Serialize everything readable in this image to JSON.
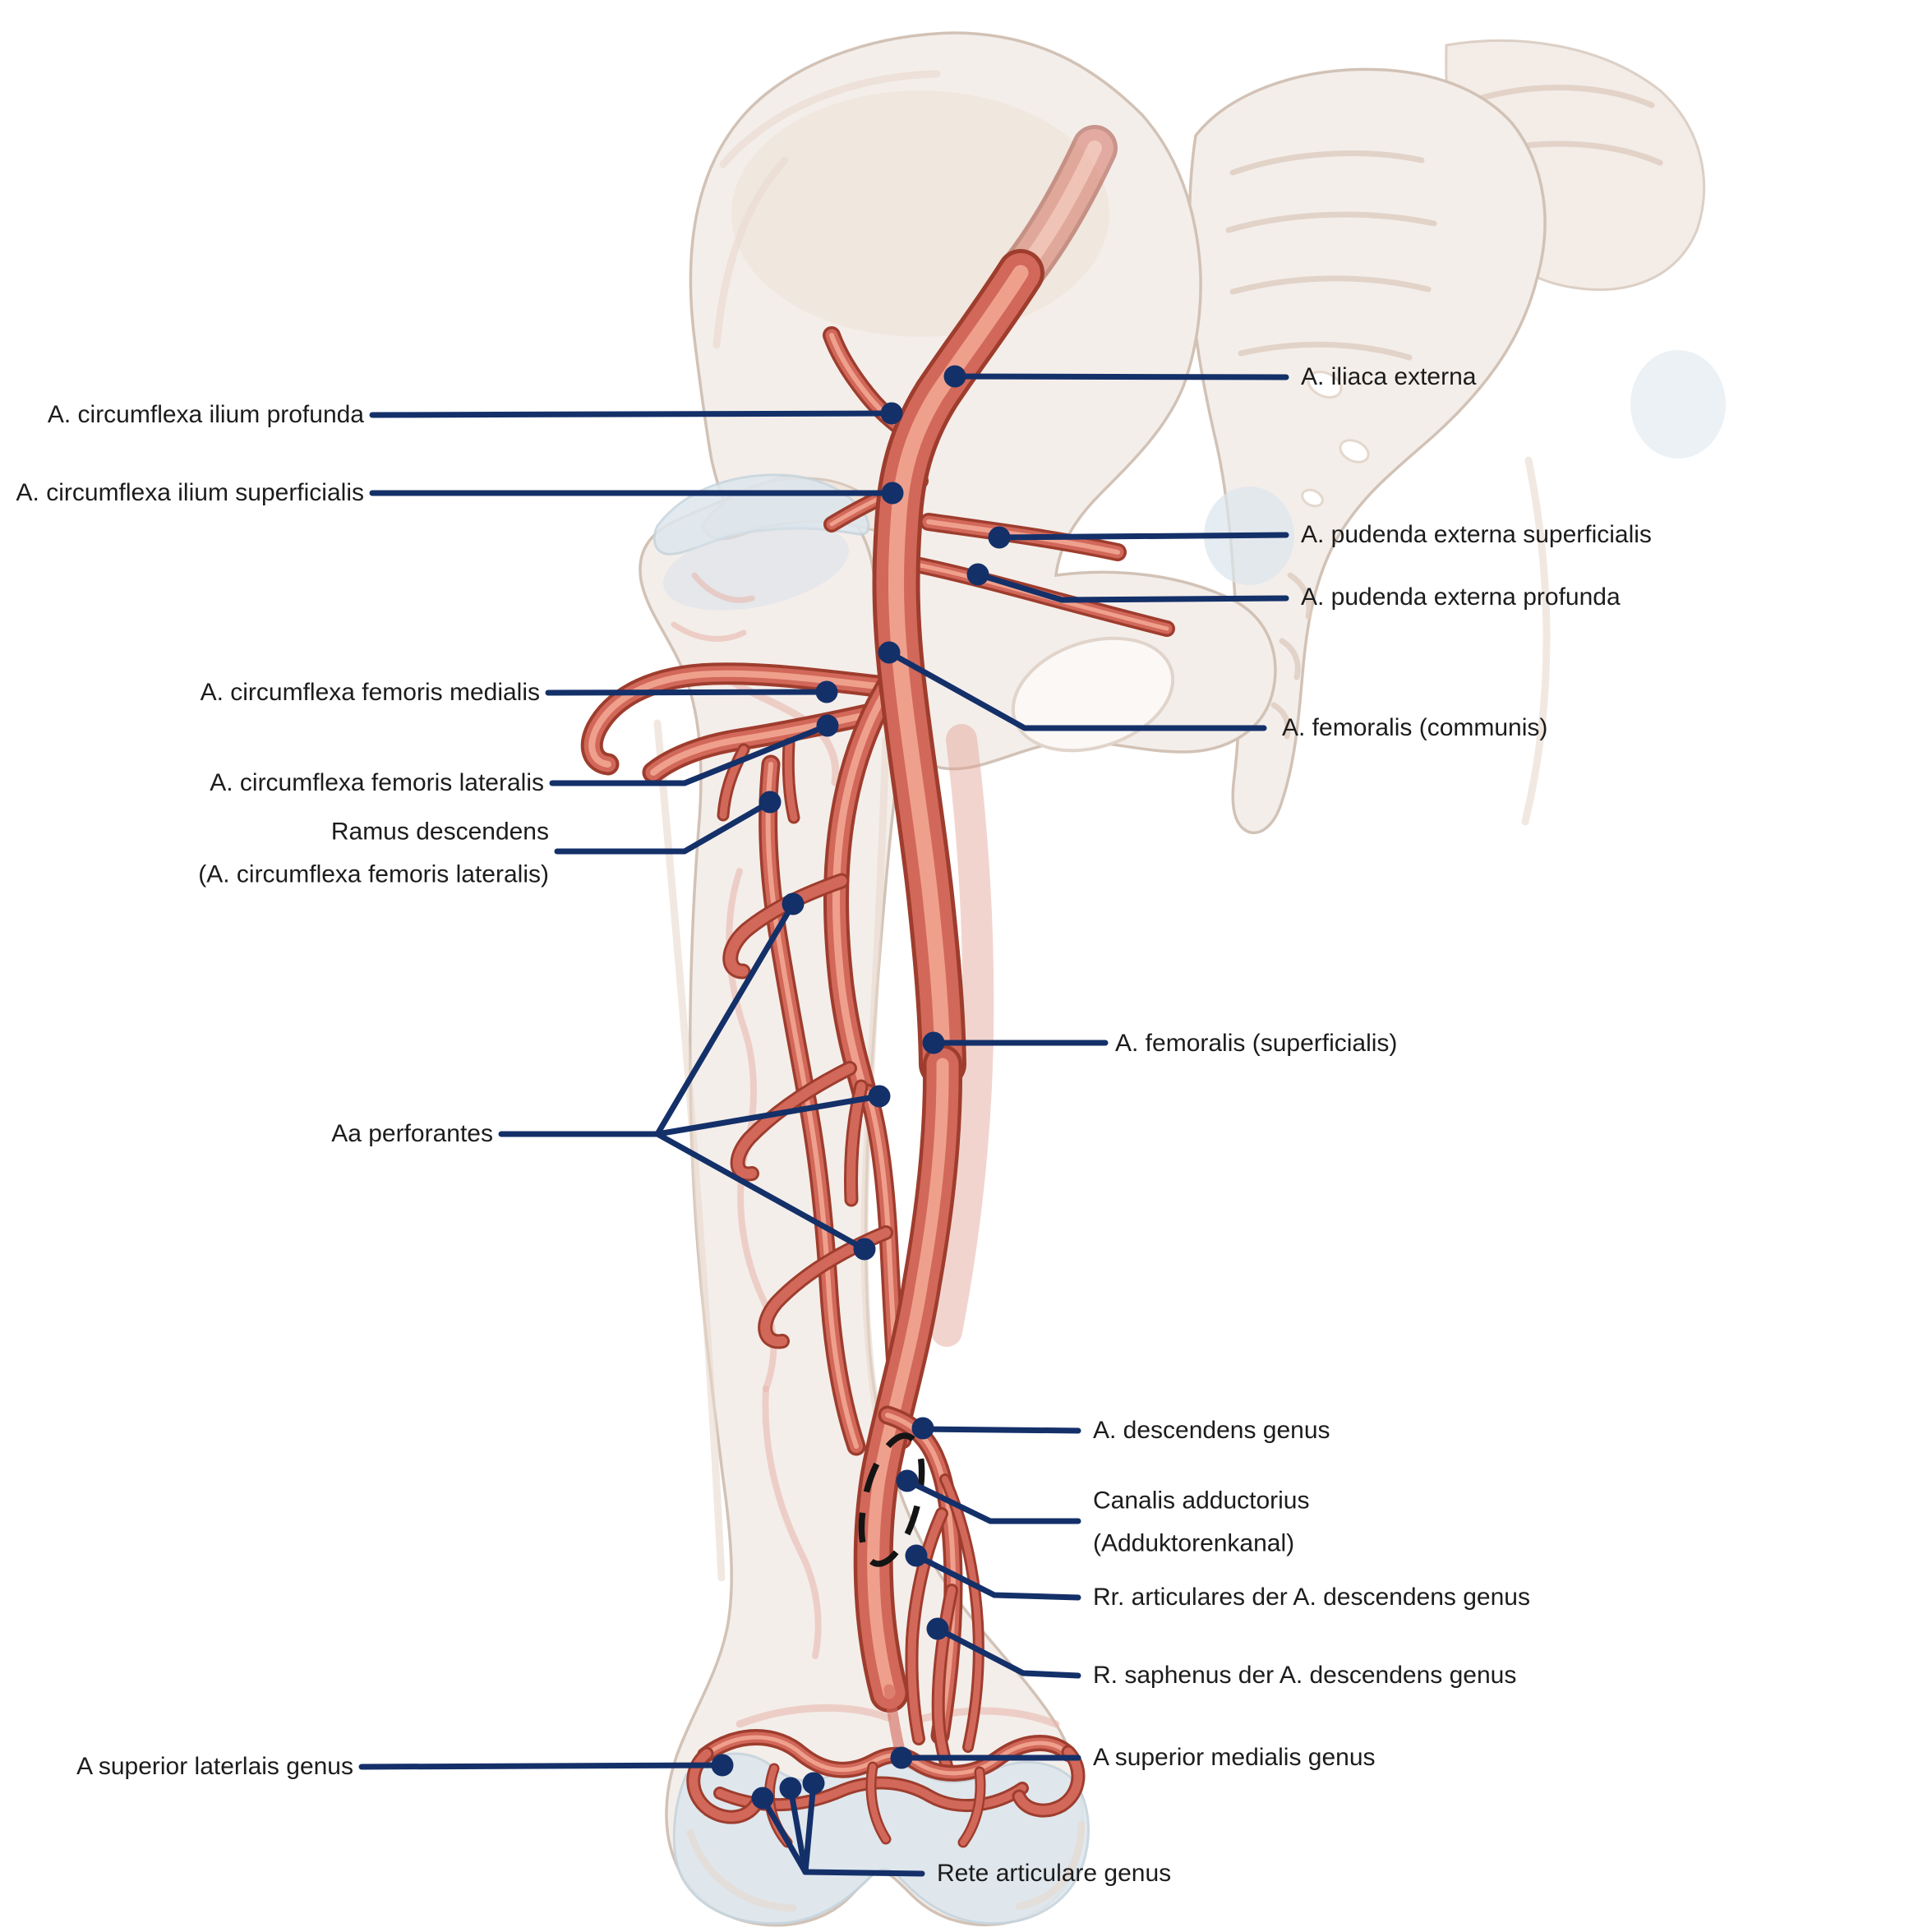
{
  "figure": {
    "type": "anatomical-diagram",
    "leader_color": "#143069",
    "label_text_color": "#1c1c1c",
    "artery_color": "#d2685a",
    "bone_color": "#f4eeea",
    "cartilage_color": "#dde7ee",
    "background": "#ffffff"
  },
  "labels_left": [
    {
      "text": "A. circumflexa ilium profunda"
    },
    {
      "text": "A. circumflexa ilium superficialis"
    },
    {
      "text": "A. circumflexa femoris medialis"
    },
    {
      "text": "A. circumflexa femoris lateralis"
    },
    {
      "line1": "Ramus descendens",
      "line2": "(A. circumflexa femoris lateralis)"
    },
    {
      "text": "Aa perforantes"
    },
    {
      "text": "A superior laterlais genus"
    }
  ],
  "labels_right": [
    {
      "text": "A. iliaca externa"
    },
    {
      "text": "A. pudenda externa superficialis"
    },
    {
      "text": "A. pudenda externa profunda"
    },
    {
      "text": "A. femoralis (communis)"
    },
    {
      "text": "A. femoralis (superficialis)"
    },
    {
      "text": "A. descendens genus"
    },
    {
      "line1": "Canalis adductorius",
      "line2": "(Adduktorenkanal)"
    },
    {
      "text": "Rr. articulares der A. descendens genus"
    },
    {
      "text": "R. saphenus der A. descendens genus"
    },
    {
      "text": "A superior medialis genus"
    },
    {
      "text": "Rete articulare genus"
    }
  ]
}
